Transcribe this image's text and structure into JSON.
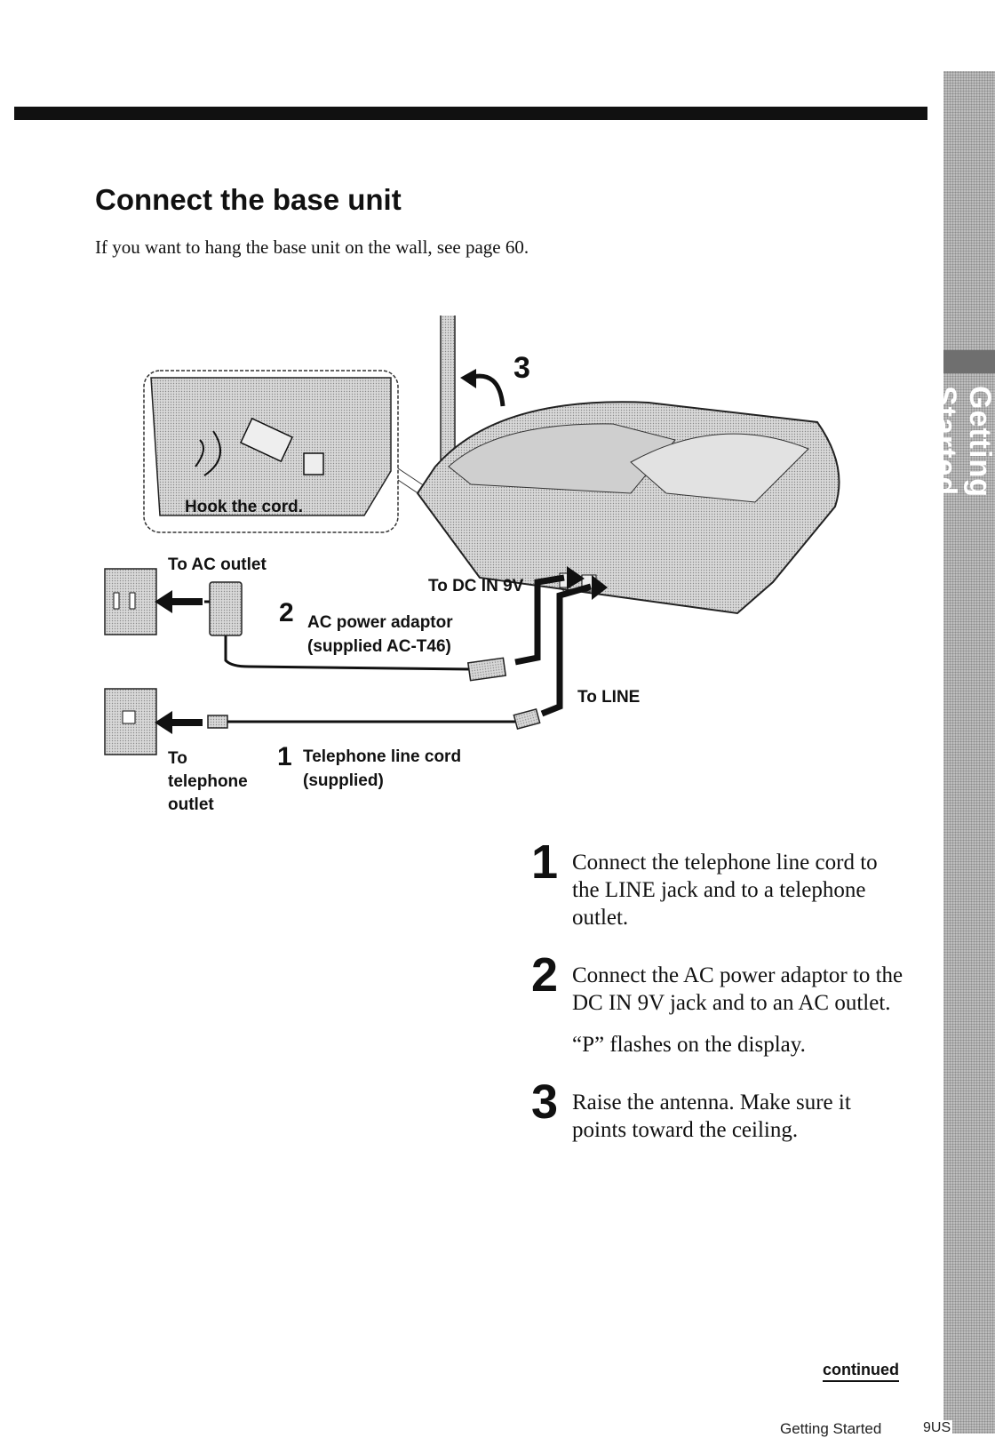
{
  "header": {
    "title": "Connect the base unit",
    "intro": "If you want to hang the base unit on the wall, see page 60."
  },
  "side_tab": {
    "label": "Getting Started"
  },
  "diagram": {
    "hook_label": "Hook the cord.",
    "ac_outlet_label": "To AC outlet",
    "dc_in_label": "To DC IN 9V",
    "adaptor_number": "2",
    "adaptor_label_1": "AC power adaptor",
    "adaptor_label_2": "(supplied AC-T46)",
    "line_label": "To LINE",
    "tel_outlet_label_1": "To",
    "tel_outlet_label_2": "telephone",
    "tel_outlet_label_3": "outlet",
    "cord_number": "1",
    "cord_label_1": "Telephone line cord",
    "cord_label_2": "(supplied)",
    "antenna_number": "3"
  },
  "steps": [
    {
      "number": "1",
      "text": "Connect the telephone line cord to the LINE jack and to a telephone outlet."
    },
    {
      "number": "2",
      "text": "Connect the AC power adaptor to the DC IN 9V jack and to an AC outlet.",
      "note": "“P” flashes on the display."
    },
    {
      "number": "3",
      "text": "Raise the antenna. Make sure it points toward the ceiling."
    }
  ],
  "footer": {
    "continued": "continued",
    "section": "Getting Started",
    "page": "9US"
  }
}
